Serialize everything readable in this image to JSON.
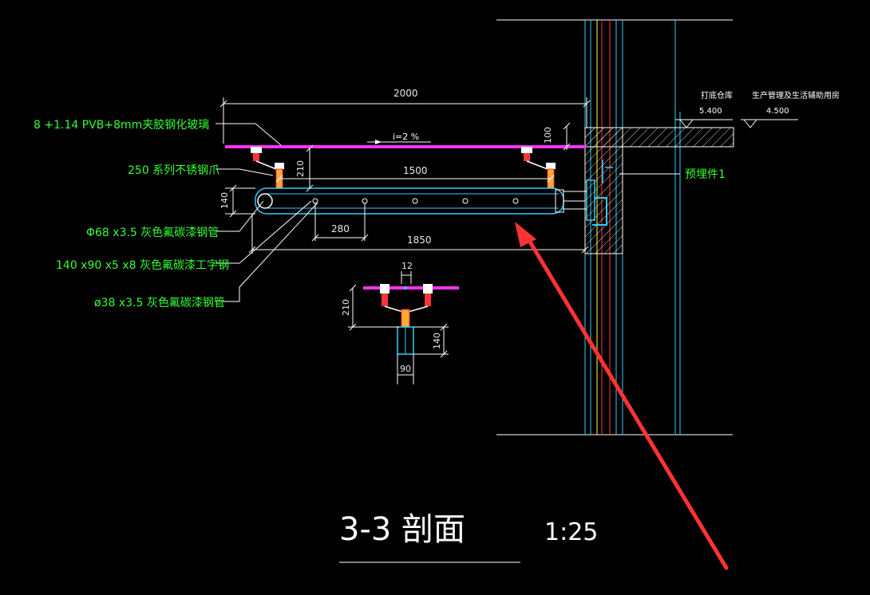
{
  "title": "3-3 剖面",
  "scale": "1:25",
  "colors": {
    "background": "#000000",
    "label": "#33ff33",
    "glass": "#ff33ff",
    "steel": "#33ccff",
    "wall": "#00ffcc",
    "annotation_arrow": "#ff3333"
  },
  "labels": {
    "glass": "8 +1.14 PVB+8mm夹胶钢化玻璃",
    "claw": "250 系列不锈钢爪",
    "pipe68": "Φ68 x3.5 灰色氟碳漆钢管",
    "beam": "140 x90 x5 x8 灰色氟碳漆工字钢",
    "pipe38": "ø38 x3.5 灰色氟碳漆钢管",
    "embed": "预埋件1"
  },
  "dims": {
    "total_width": "2000",
    "h100": "100",
    "h210": "210",
    "span1500": "1500",
    "h140": "140",
    "spacing280": "280",
    "span1850": "1850",
    "w12": "12",
    "h210b": "210",
    "h140b": "140",
    "w90": "90"
  },
  "slope": "i=2 %",
  "elevations": {
    "left_name": "打底仓库",
    "left_value": "5.400",
    "right_name": "生产管理及生活辅助用房",
    "right_value": "4.500"
  }
}
